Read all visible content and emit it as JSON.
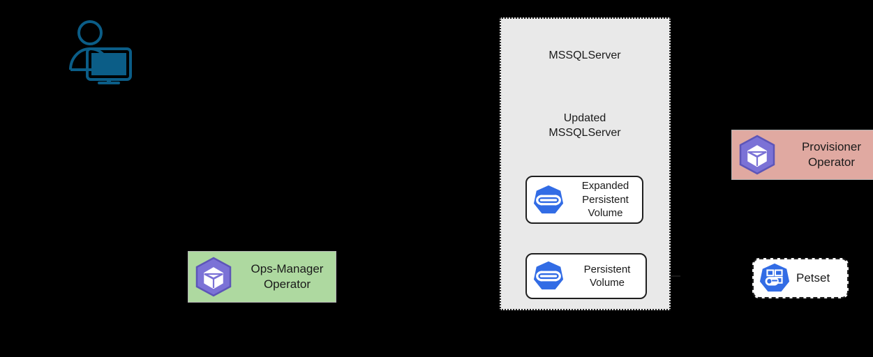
{
  "diagram": {
    "background_color": "#000000",
    "actor": {
      "name": "user-actor",
      "icon": "user-at-computer-icon",
      "color": "#0b5d87",
      "label": ""
    },
    "namespace_container": {
      "name": "namespace-container",
      "fill_color": "#e9e9e9",
      "border_style": "dotted",
      "border_color": "#1f1f1f",
      "label": ""
    },
    "texts": [
      {
        "name": "mssqlserver-text",
        "label": "MSSQLServer"
      },
      {
        "name": "updated-mssqlserver-text",
        "label": "Updated\nMSSQLServer"
      }
    ],
    "nodes": [
      {
        "name": "expanded-persistent-volume-box",
        "label": "Expanded\nPersistent\nVolume",
        "icon": "kubernetes-persistent-volume-icon",
        "icon_color": "#326ce5",
        "fill_color": "#ffffff",
        "border_color": "#1f1f1f"
      },
      {
        "name": "persistent-volume-box",
        "label": "Persistent\nVolume",
        "icon": "kubernetes-persistent-volume-icon",
        "icon_color": "#326ce5",
        "fill_color": "#ffffff",
        "border_color": "#1f1f1f"
      },
      {
        "name": "ops-manager-operator-box",
        "label": "Ops-Manager\nOperator",
        "icon": "operator-cube-icon",
        "icon_color": "#7b72d6",
        "fill_color": "#aed9a0",
        "border_color": "#b3b3b3"
      },
      {
        "name": "provisioner-operator-box",
        "label": "Provisioner\nOperator",
        "icon": "operator-cube-icon",
        "icon_color": "#7b72d6",
        "fill_color": "#e0a9a1",
        "border_color": "#b3b3b3"
      },
      {
        "name": "petset-box",
        "label": "Petset",
        "icon": "kubernetes-petset-icon",
        "icon_color": "#326ce5",
        "fill_color": "#ffffff",
        "border_color": "#1f1f1f",
        "border_style": "dashed"
      }
    ],
    "connectors": [
      {
        "name": "connector-to-mssqlserver-solid-horizontal",
        "style": "solid",
        "arrow": "end"
      },
      {
        "name": "connector-to-mssqlserver-dashed",
        "style": "dashed",
        "arrow": "end"
      },
      {
        "name": "connector-to-mssqlserver-diagonal-left",
        "style": "solid",
        "arrow": "end"
      },
      {
        "name": "connector-provisioner-to-mssqlserver",
        "style": "solid",
        "arrow": "end"
      },
      {
        "name": "connector-mssqlserver-to-updated",
        "style": "dashed-outline",
        "arrow": "end-down"
      },
      {
        "name": "connector-pv-to-expanded-pv",
        "style": "dashed-outline",
        "arrow": "end-up"
      },
      {
        "name": "connector-into-persistent-volume-left",
        "style": "solid",
        "arrow": "end"
      },
      {
        "name": "connector-petset-to-persistent-volume",
        "style": "solid",
        "arrow": "end"
      }
    ]
  }
}
